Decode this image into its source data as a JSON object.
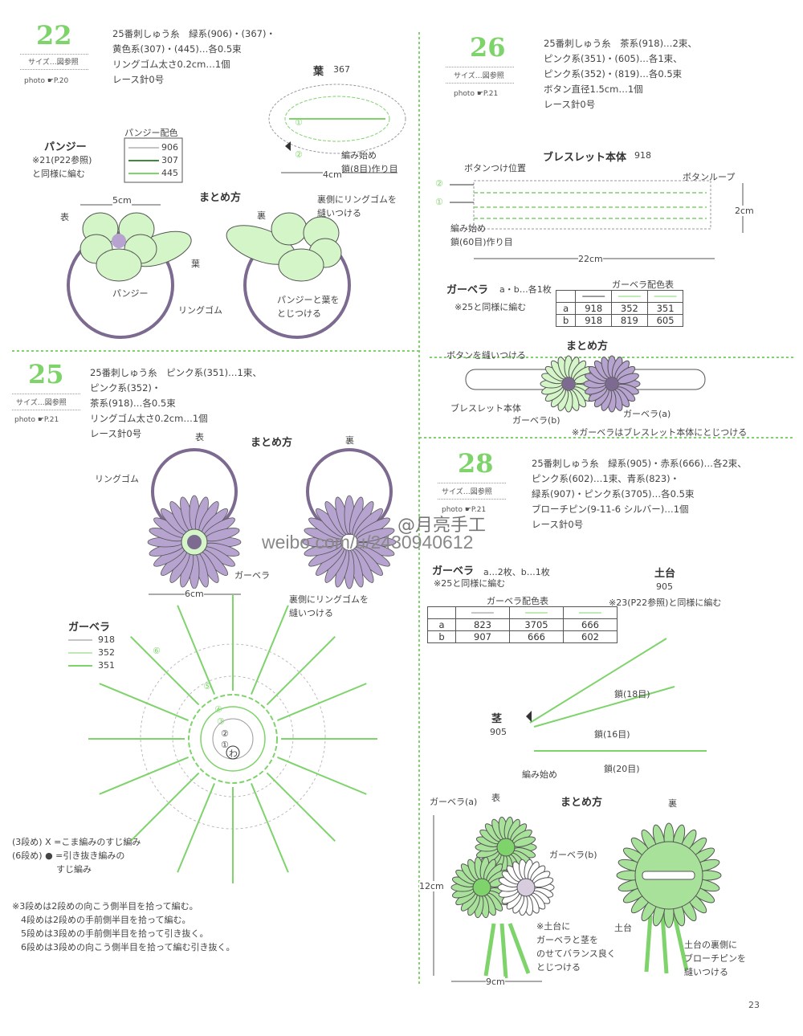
{
  "p22": {
    "number": "22",
    "size": "サイズ…図参照",
    "photo": "photo ☛P.20",
    "materials": "25番刺しゅう糸　緑系(906)・(367)・\n黄色系(307)・(445)…各0.5束\nリングゴム太さ0.2cm…1個\nレース針0号",
    "leaf_title": "葉",
    "leaf_color": "367",
    "leaf_row1": "①",
    "leaf_row2": "②",
    "leaf_start": "編み始め\n鎖(8目)作り目",
    "leaf_width": "4cm",
    "pansy_title": "パンジー",
    "pansy_note": "※21(P22参照)\nと同様に編む",
    "pansy_color_title": "パンジー配色",
    "pansy_colors": [
      "906",
      "307",
      "445"
    ],
    "assembly_title": "まとめ方",
    "front": "表",
    "back": "裏",
    "width_label": "5cm",
    "label_leaf": "葉",
    "label_pansy": "パンジー",
    "label_ring": "リングゴム",
    "note_back": "裏側にリングゴムを\n縫いつける",
    "note_join": "パンジーと葉を\nとじつける"
  },
  "p25": {
    "number": "25",
    "size": "サイズ…図参照",
    "photo": "photo ☛P.21",
    "materials": "25番刺しゅう糸　ピンク系(351)…1束、\nピンク系(352)・\n茶系(918)…各0.5束\nリングゴム太さ0.2cm…1個\nレース針0号",
    "assembly_title": "まとめ方",
    "front": "表",
    "back": "裏",
    "label_ring": "リングゴム",
    "label_gerbera": "ガーベラ",
    "width_label": "6cm",
    "note_back": "裏側にリングゴムを\n縫いつける",
    "gerbera_title": "ガーベラ",
    "gerbera_colors": [
      "918",
      "352",
      "351"
    ],
    "rounds": [
      "⑥",
      "⑤",
      "④",
      "③",
      "②",
      "①",
      "わ"
    ],
    "legend": "(3段め) X =こま編みのすじ編み\n(6段め) ● =引き抜き編みの\n　　　　　すじ編み",
    "notes": "※3段めは2段めの向こう側半目を拾って編む。\n　4段めは2段めの手前側半目を拾って編む。\n　5段めは3段めの手前側半目を拾って引き抜く。\n　6段めは3段めの向こう側半目を拾って編む引き抜く。"
  },
  "p26": {
    "number": "26",
    "size": "サイズ…図参照",
    "photo": "photo ☛P.21",
    "materials": "25番刺しゅう糸　茶系(918)…2束、\nピンク系(351)・(605)…各1束、\nピンク系(352)・(819)…各0.5束\nボタン直径1.5cm…1個\nレース針0号",
    "bracelet_title": "ブレスレット本体",
    "bracelet_color": "918",
    "button_pos": "ボタンつけ位置",
    "button_loop": "ボタンループ",
    "row2": "②",
    "row1": "①",
    "start": "編み始め\n鎖(60目)作り目",
    "height": "2cm",
    "length": "22cm",
    "gerbera_title": "ガーベラ",
    "gerbera_count": "a・b…各1枚",
    "gerbera_note": "※25と同様に編む",
    "table_title": "ガーベラ配色表",
    "table": [
      [
        "a",
        "918",
        "352",
        "351"
      ],
      [
        "b",
        "918",
        "819",
        "605"
      ]
    ],
    "assembly_title": "まとめ方",
    "label_button": "ボタンを縫いつける",
    "label_body": "ブレスレット本体",
    "label_ga": "ガーベラ(a)",
    "label_gb": "ガーベラ(b)",
    "note_sew": "※ガーベラはブレスレット本体にとじつける"
  },
  "p28": {
    "number": "28",
    "size": "サイズ…図参照",
    "photo": "photo ☛P.21",
    "materials": "25番刺しゅう糸　緑系(905)・赤系(666)…各2束、\nピンク系(602)…1束、青系(823)・\n緑系(907)・ピンク系(3705)…各0.5束\nブローチピン(9-11-6 シルバー)…1個\nレース針0号",
    "gerbera_title": "ガーベラ",
    "gerbera_count": "a…2枚、b…1枚",
    "gerbera_note": "※25と同様に編む",
    "table_title": "ガーベラ配色表",
    "table": [
      [
        "a",
        "823",
        "3705",
        "666"
      ],
      [
        "b",
        "907",
        "666",
        "602"
      ]
    ],
    "base_title": "土台",
    "base_color": "905",
    "base_note": "※23(P22参照)と同様に編む",
    "stem_title": "茎",
    "stem_color": "905",
    "chain18": "鎖(18目)",
    "chain16": "鎖(16目)",
    "chain20": "鎖(20目)",
    "start": "編み始め",
    "assembly_title": "まとめ方",
    "front": "表",
    "back": "裏",
    "label_ga": "ガーベラ(a)",
    "label_gb": "ガーベラ(b)",
    "height": "12cm",
    "width": "9cm",
    "label_base": "土台",
    "note_front": "※土台に\nガーベラと茎を\nのせてバランス良く\nとじつける",
    "note_back": "土台の裏側に\nブローチピンを\n縫いつける"
  },
  "watermark": {
    "line1": "@月亮手工",
    "line2": "weibo.com/u/2430940612"
  },
  "page_number": "23",
  "colors": {
    "green": "#7ed36b",
    "light_green": "#d4f5c8",
    "purple": "#7d6a90",
    "light_purple": "#b6a3cf"
  }
}
